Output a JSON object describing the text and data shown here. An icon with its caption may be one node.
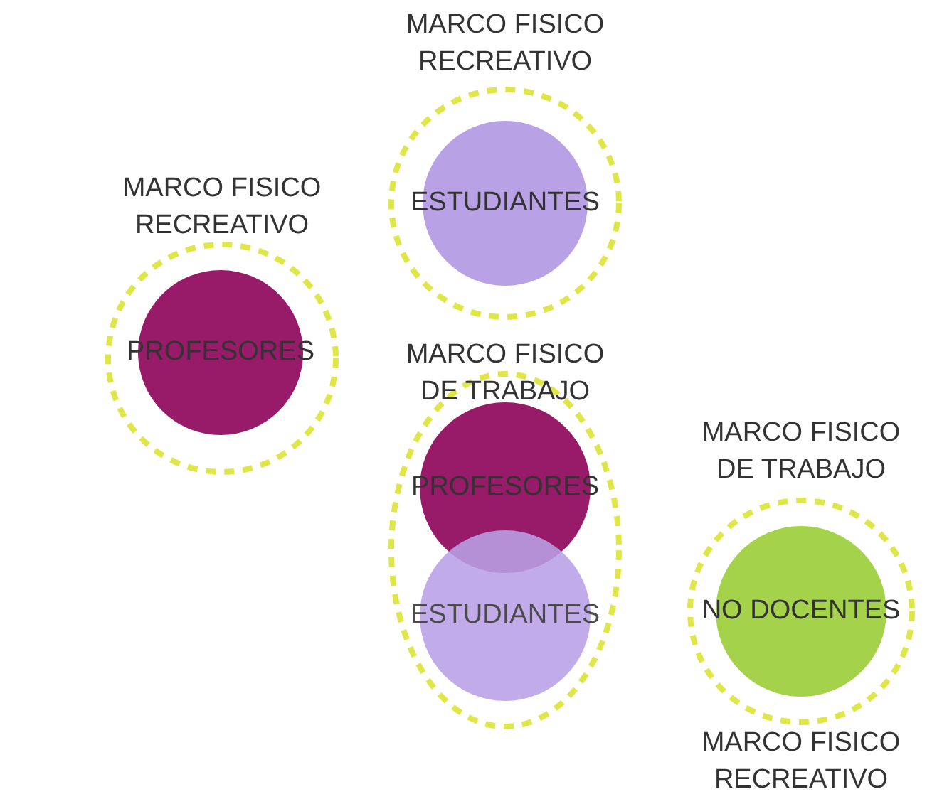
{
  "diagram": {
    "nodes": [
      {
        "text": [
          "MARCO FISICO RECREATIVO"
        ]
      },
      {
        "text": [
          "ESTUDIANTES"
        ],
        "in": 0
      },
      {
        "text": [
          "MARCO FISICO RECREATIVO"
        ]
      },
      {
        "text": [
          "PROFESORES"
        ],
        "in": 2
      },
      {
        "text": [
          "MARCO FISICO DE TRABAJO"
        ]
      },
      {
        "text": [
          "PROFESORES"
        ],
        "in": 4
      },
      {
        "text": [
          "ESTUDIANTES"
        ],
        "in": 4
      },
      {
        "text": [
          "MARCO FISICO DE TRABAJO",
          "MARCO FISICO RECREATIVO"
        ]
      },
      {
        "text": [
          "NO DOCENTES"
        ],
        "in": 7
      }
    ]
  }
}
